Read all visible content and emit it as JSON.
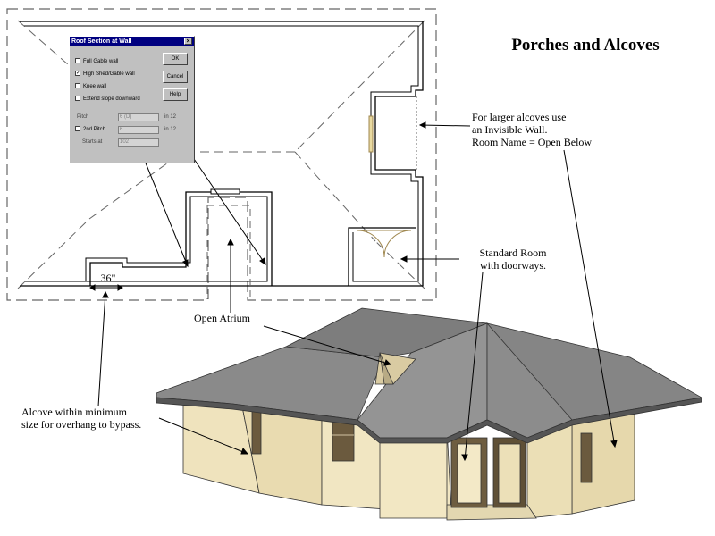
{
  "title": "Porches and Alcoves",
  "annotations": {
    "alcove_note_line1": "For larger alcoves use",
    "alcove_note_line2": "an Invisible Wall.",
    "alcove_note_line3": "Room Name = Open Below",
    "standard_room_line1": "Standard Room",
    "standard_room_line2": "with doorways.",
    "open_atrium": "Open Atrium",
    "min_alcove_line1": "Alcove within minimum",
    "min_alcove_line2": "size for overhang to bypass.",
    "dimension": "36\""
  },
  "dialog": {
    "title": "Roof Section at Wall",
    "close": "×",
    "options": [
      {
        "label": "Full Gable wall",
        "checked": false
      },
      {
        "label": "High Shed/Gable wall",
        "checked": true
      },
      {
        "label": "Knee wall",
        "checked": false
      },
      {
        "label": "Extend slope downward",
        "checked": false
      }
    ],
    "check_mark": "✓",
    "buttons": {
      "ok": "OK",
      "cancel": "Cancel",
      "help": "Help"
    },
    "pitch_label": "Pitch",
    "pitch_value": "6 (D)",
    "pitch_unit": "in 12",
    "second_pitch_label": "2nd Pitch",
    "second_pitch_value": "6",
    "second_pitch_unit": "in 12",
    "starts_at_label": "Starts at",
    "starts_at_value": "102"
  },
  "colors": {
    "roof": "#7f7f7f",
    "roof_edge": "#5a5a5a",
    "wall": "#f0e4bf",
    "wall_shade": "#d9cba2",
    "window": "#6b5a3e"
  }
}
